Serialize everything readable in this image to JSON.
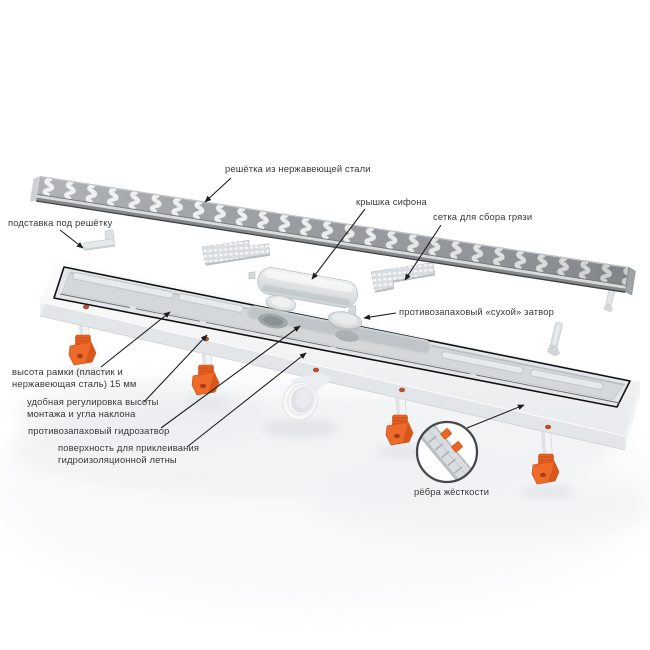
{
  "diagram": {
    "kind": "exploded product diagram",
    "labels": {
      "grate": "решётка из нержавеющей стали",
      "stand": "подставка под решётку",
      "siphon_cover": "крышка сифона",
      "dirt_mesh": "сетка для сбора грязи",
      "dry_shutter": "противозапаховый «сухой» затвор",
      "frame_height": {
        "line1": "высота рамки (пластик и",
        "line2": "нержавеющая сталь) 15 мм"
      },
      "height_adjust": {
        "line1": "удобная регулировка высоты",
        "line2": "монтажа и угла наклона"
      },
      "water_seal": "противозапаховый гидрозатвор",
      "tape_surface": {
        "line1": "поверхность для приклеивания",
        "line2": "гидроизоляционной летны"
      },
      "ribs": "рёбра жёсткости"
    },
    "colors": {
      "background": "#ffffff",
      "label_text": "#383838",
      "leader_line": "#1e1e1e",
      "steel_grate": "#92969a",
      "grate_slot": "#eaedee",
      "plastic_body": "#e9eced",
      "inner_channel": "#d4d8db",
      "frame_outline": "#111111",
      "accent_orange": "#ee6a2b",
      "accent_orange_dark": "#c94f14"
    }
  }
}
